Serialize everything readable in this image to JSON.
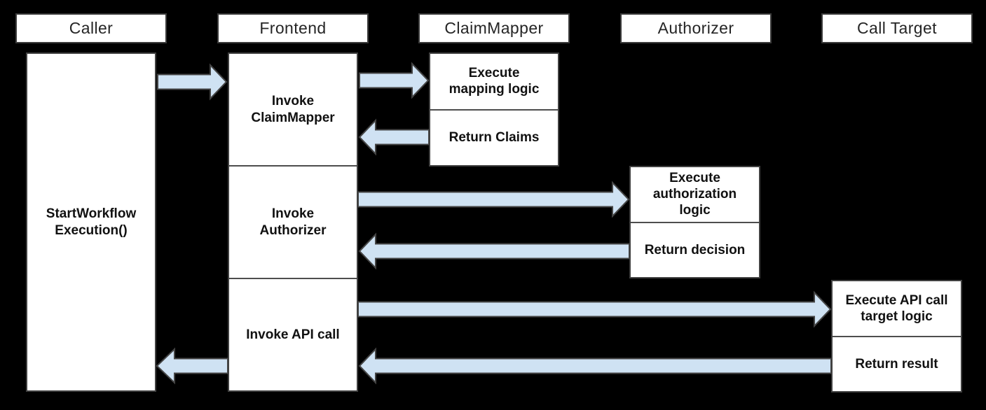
{
  "diagram": {
    "type": "sequence-diagram",
    "colors": {
      "background": "#000000",
      "box_fill": "#ffffff",
      "box_border": "#3b3b3b",
      "arrow_fill": "#cfe2f3",
      "arrow_border": "#444444",
      "text": "#111111"
    },
    "lanes": [
      {
        "title": "Caller",
        "steps": [
          {
            "label": "StartWorkflow Execution()"
          }
        ]
      },
      {
        "title": "Frontend",
        "steps": [
          {
            "label": "Invoke ClaimMapper"
          },
          {
            "label": "Invoke Authorizer"
          },
          {
            "label": "Invoke API call"
          }
        ]
      },
      {
        "title": "ClaimMapper",
        "steps": [
          {
            "label": "Execute mapping logic"
          },
          {
            "label": "Return Claims"
          }
        ]
      },
      {
        "title": "Authorizer",
        "steps": [
          {
            "label": "Execute authorization logic"
          },
          {
            "label": "Return decision"
          }
        ]
      },
      {
        "title": "Call Target",
        "steps": [
          {
            "label": "Execute API call target logic"
          },
          {
            "label": "Return result"
          }
        ]
      }
    ],
    "arrows": [
      {
        "from": "Caller",
        "to": "Frontend",
        "direction": "right"
      },
      {
        "from": "Frontend",
        "to": "ClaimMapper",
        "direction": "right"
      },
      {
        "from": "ClaimMapper",
        "to": "Frontend",
        "direction": "left"
      },
      {
        "from": "Frontend",
        "to": "Authorizer",
        "direction": "right"
      },
      {
        "from": "Authorizer",
        "to": "Frontend",
        "direction": "left"
      },
      {
        "from": "Frontend",
        "to": "Call Target",
        "direction": "right"
      },
      {
        "from": "Call Target",
        "to": "Frontend",
        "direction": "left"
      },
      {
        "from": "Frontend",
        "to": "Caller",
        "direction": "left"
      }
    ]
  }
}
